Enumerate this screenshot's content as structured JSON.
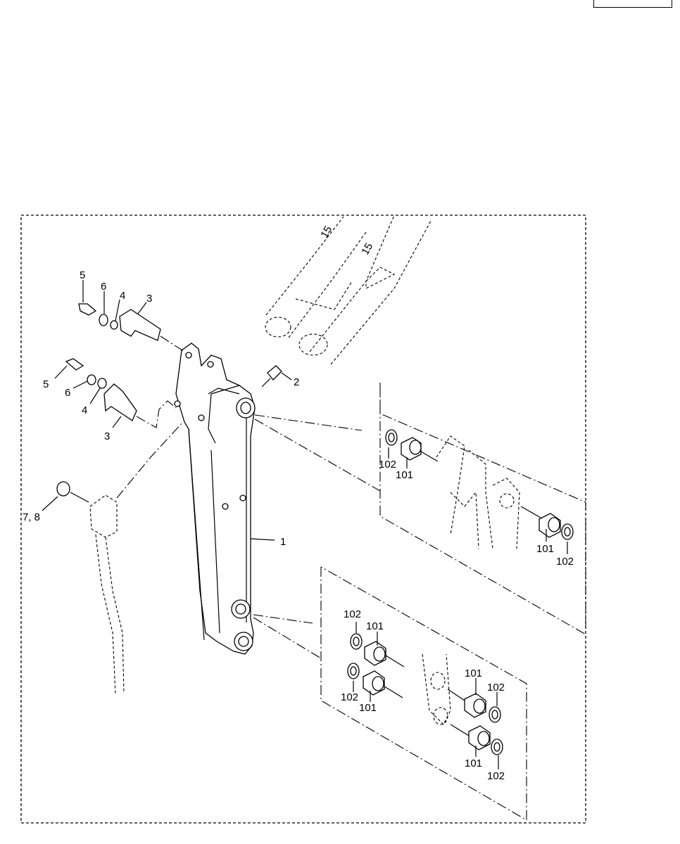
{
  "callouts": {
    "c1": "1",
    "c2": "2",
    "c3a": "3",
    "c3b": "3",
    "c4a": "4",
    "c4b": "4",
    "c5a": "5",
    "c5b": "5",
    "c6a": "6",
    "c6b": "6",
    "c78": "7, 8",
    "c101": [
      "101",
      "101",
      "101",
      "101",
      "101",
      "101"
    ],
    "c102": [
      "102",
      "102",
      "102",
      "102",
      "102",
      "102"
    ]
  },
  "hidden_marks": {
    "m1": "15",
    "m2": "15"
  }
}
